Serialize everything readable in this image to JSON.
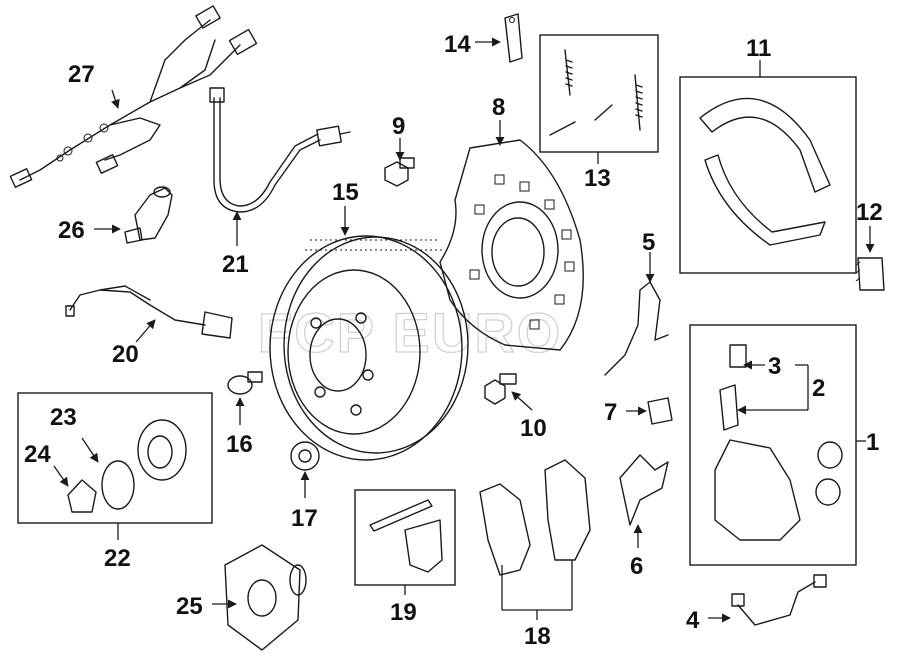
{
  "diagram": {
    "watermark_text": "FCP EURO",
    "callouts": {
      "c1": "1",
      "c2": "2",
      "c3": "3",
      "c4": "4",
      "c5": "5",
      "c6": "6",
      "c7": "7",
      "c8": "8",
      "c9": "9",
      "c10": "10",
      "c11": "11",
      "c12": "12",
      "c13": "13",
      "c14": "14",
      "c15": "15",
      "c16": "16",
      "c17": "17",
      "c18": "18",
      "c19": "19",
      "c20": "20",
      "c21": "21",
      "c22": "22",
      "c23": "23",
      "c24": "24",
      "c25": "25",
      "c26": "26",
      "c27": "27"
    }
  }
}
